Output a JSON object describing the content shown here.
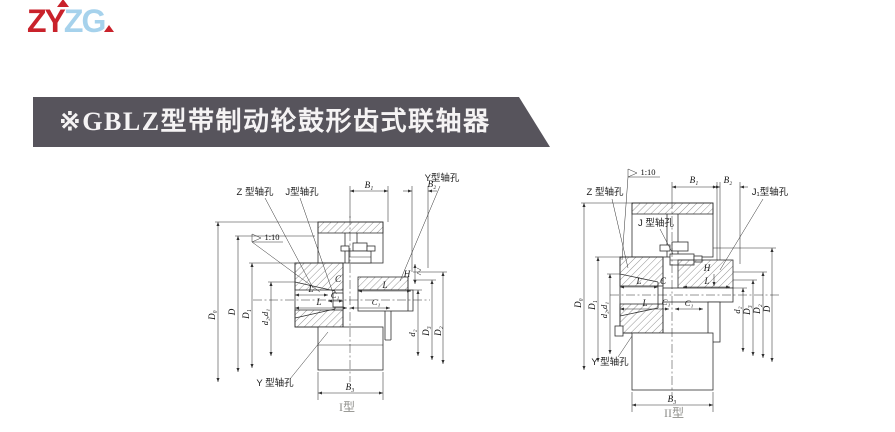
{
  "logo": {
    "part1": "ZY",
    "part2": "ZG"
  },
  "banner": {
    "title": "※GBLZ型带制动轮鼓形齿式联轴器"
  },
  "colors": {
    "logo_red": "#c9222b",
    "logo_blue": "#a6d2ec",
    "banner_bg": "#57545c",
    "banner_fg": "#f5f3f4",
    "line": "#2f2f2f",
    "caption": "#8f8f8b"
  },
  "diagram1": {
    "caption": "I型",
    "taper_label": "1:10",
    "labels": {
      "z_hole": "Z 型轴孔",
      "j_hole": "J型轴孔",
      "y_hole_top": "Y型轴孔",
      "y_hole_bottom": "Y 型轴孔",
      "b1": "B₁",
      "b2": "B₂",
      "b3": "B₃",
      "d0": "D₀",
      "d": "D",
      "d1": "D₁",
      "d2d1": "d₂,d₁",
      "d2": "d₂",
      "d3": "D₃",
      "d2_outer": "D₂",
      "l_left": "L",
      "c": "C",
      "c1_left": "C₁",
      "l_bottom": "L",
      "c1_bottom": "C₁",
      "l_right": "L",
      "h": "H"
    }
  },
  "diagram2": {
    "caption": "II型",
    "taper_label": "1:10",
    "labels": {
      "z_hole": "Z 型轴孔",
      "j_hole": "J 型轴孔",
      "j1_hole": "J₁型轴孔",
      "y_hole_bottom": "Y 型轴孔",
      "b1": "B₁",
      "b2": "B₂",
      "b3": "B₃",
      "d0": "D₀",
      "d1": "D₁",
      "d2d1": "d₂,d₁",
      "d2": "d₂",
      "d3": "D₃",
      "d2_outer": "D₂",
      "d": "D",
      "l_left": "L",
      "c": "C",
      "l_mid": "L",
      "c1_a": "C₁",
      "c1_b": "C₁",
      "l_bottom": "L",
      "h": "H"
    }
  }
}
